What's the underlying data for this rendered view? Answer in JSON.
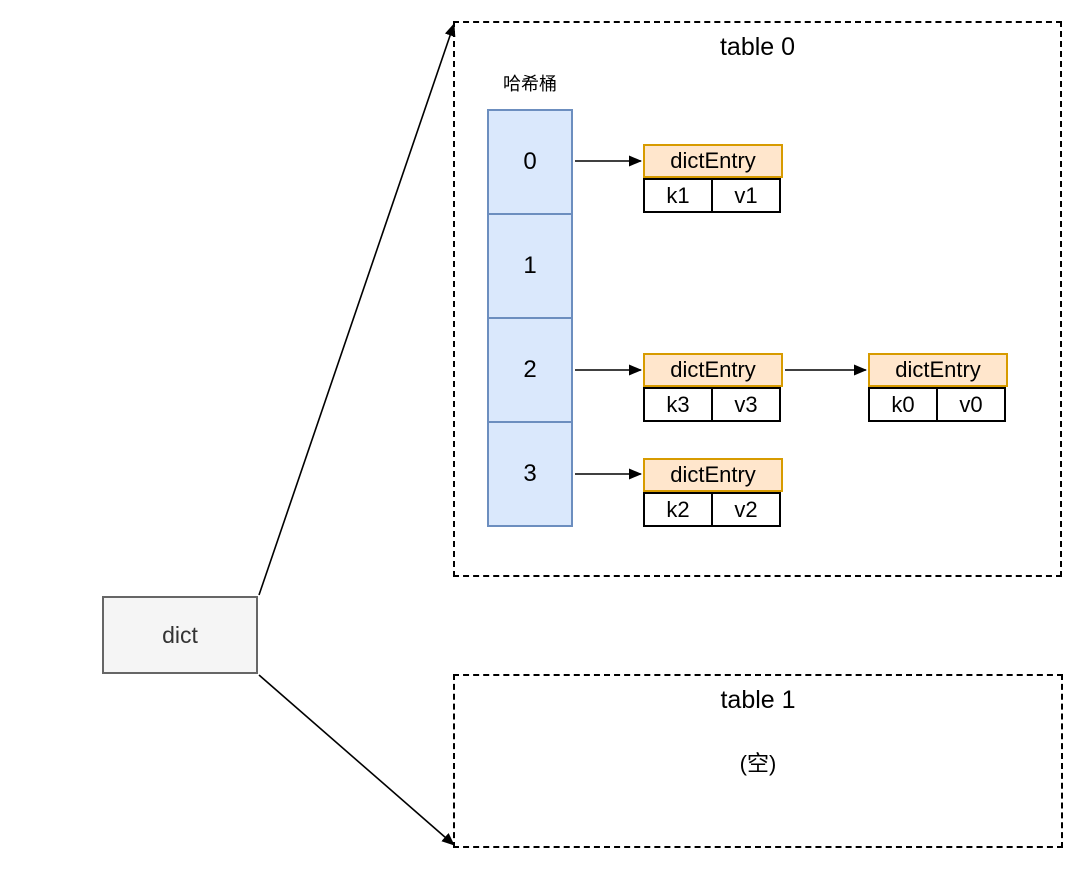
{
  "diagram": {
    "dict_node": {
      "label": "dict"
    },
    "table0": {
      "title": "table 0",
      "bucket_label": "哈希桶",
      "buckets": [
        "0",
        "1",
        "2",
        "3"
      ],
      "entries": [
        {
          "title": "dictEntry",
          "key": "k1",
          "value": "v1"
        },
        {
          "title": "dictEntry",
          "key": "k3",
          "value": "v3"
        },
        {
          "title": "dictEntry",
          "key": "k0",
          "value": "v0"
        },
        {
          "title": "dictEntry",
          "key": "k2",
          "value": "v2"
        }
      ]
    },
    "table1": {
      "title": "table 1",
      "empty_label": "(空)"
    },
    "colors": {
      "bucket_fill": "#dae8fc",
      "bucket_border": "#6c8ebf",
      "entry_header_fill": "#ffe6cc",
      "entry_header_border": "#d79b00",
      "dict_fill": "#f5f5f5",
      "dict_border": "#666666",
      "arrow": "#000000",
      "dashed_box_border": "#000000"
    }
  }
}
